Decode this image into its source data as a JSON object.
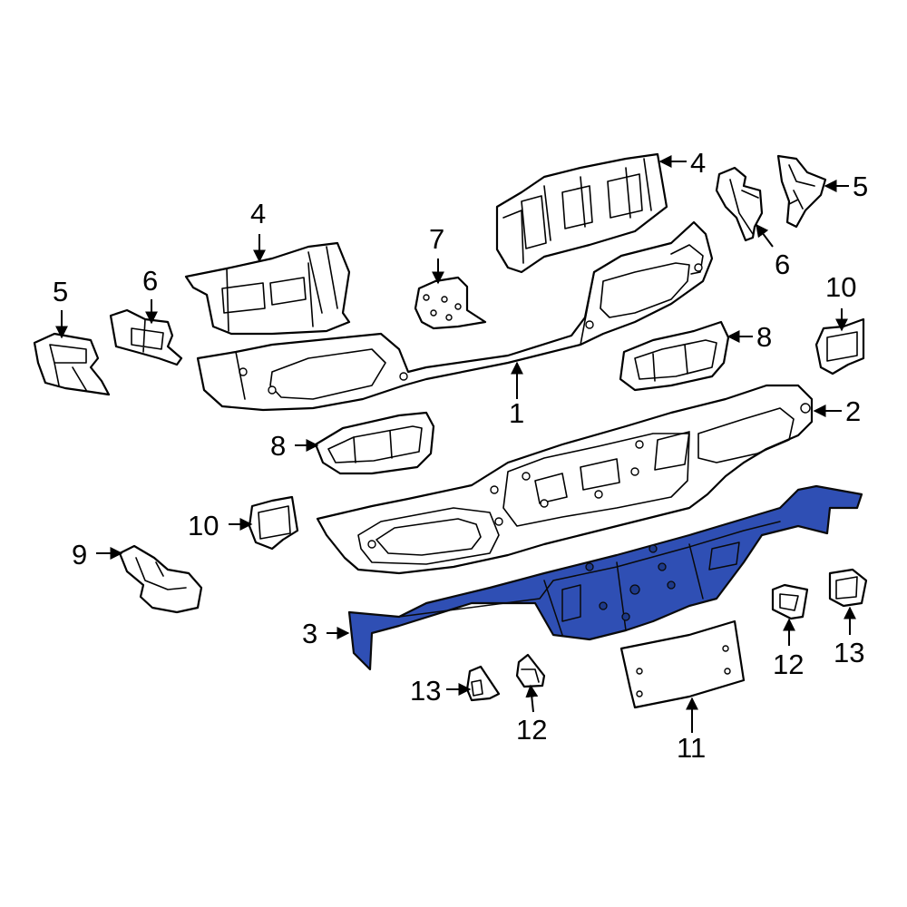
{
  "colors": {
    "highlight_part": "#2f4fb4",
    "line": "#000000",
    "background": "#ffffff"
  },
  "callouts": {
    "c1": "1",
    "c2": "2",
    "c3": "3",
    "c4_left": "4",
    "c4_right": "4",
    "c5_left": "5",
    "c5_right": "5",
    "c6_left": "6",
    "c6_right": "6",
    "c7": "7",
    "c8_upper": "8",
    "c8_lower": "8",
    "c9": "9",
    "c10_left": "10",
    "c10_right": "10",
    "c11": "11",
    "c12_left": "12",
    "c12_right": "12",
    "c13_left": "13",
    "c13_right": "13"
  }
}
